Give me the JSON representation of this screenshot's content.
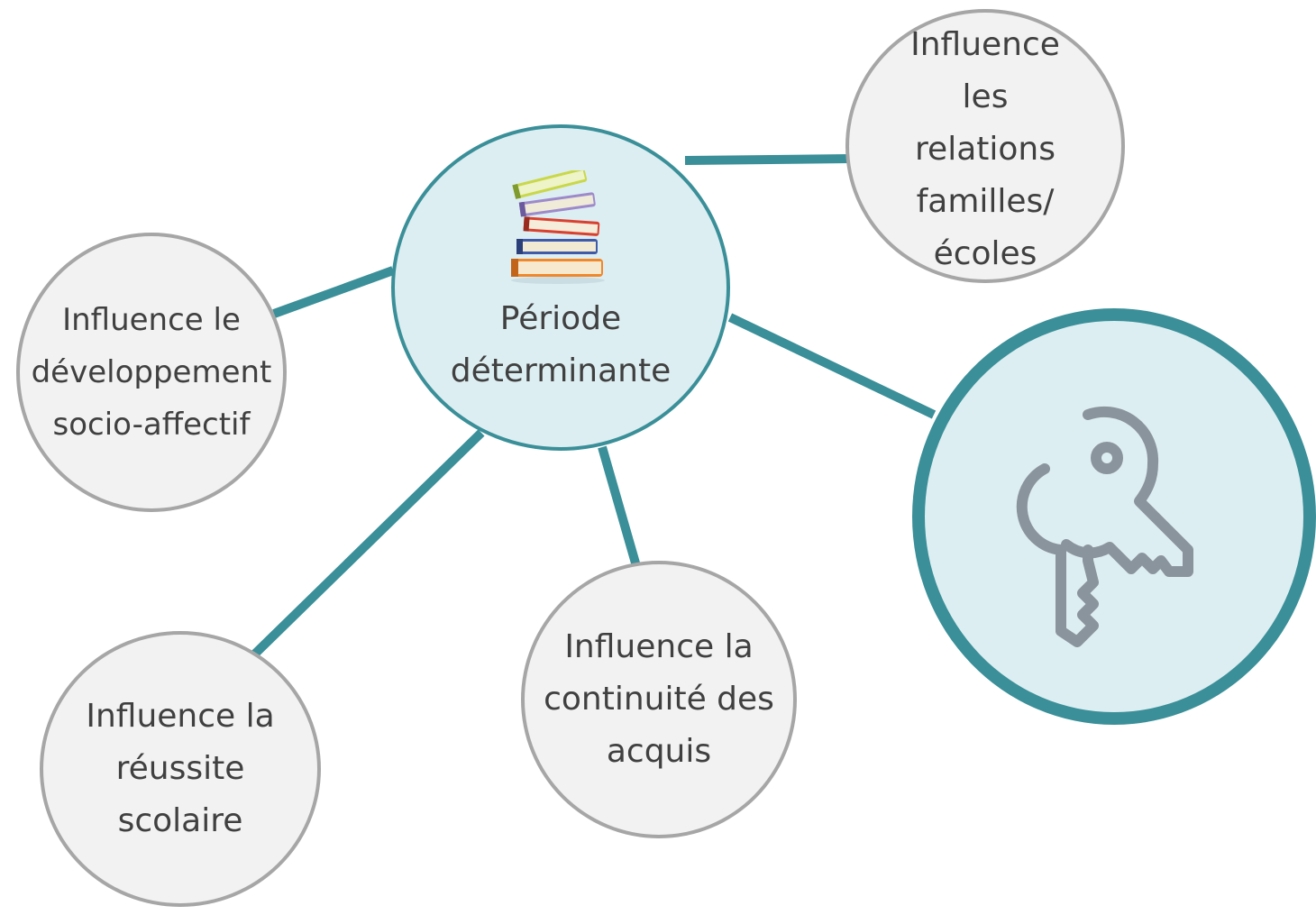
{
  "diagram": {
    "center": {
      "label": "Période\ndéterminante",
      "icon": "books-stack-icon"
    },
    "satellites": [
      {
        "id": "relations",
        "label": "Influence\nles\nrelations\nfamilles/\nécoles"
      },
      {
        "id": "socio",
        "label": "Influence le\ndéveloppement\nsocio-affectif"
      },
      {
        "id": "continuite",
        "label": "Influence la\ncontinuité des\nacquis"
      },
      {
        "id": "reussite",
        "label": "Influence la\nréussite\nscolaire"
      }
    ],
    "key_node": {
      "icon": "keys-icon"
    },
    "colors": {
      "accent": "#3a8f98",
      "center_fill": "#ddeef2",
      "satellite_fill": "#f2f2f2",
      "satellite_border": "#a6a6a6",
      "text": "#404040",
      "icon": "#8a949c"
    }
  }
}
